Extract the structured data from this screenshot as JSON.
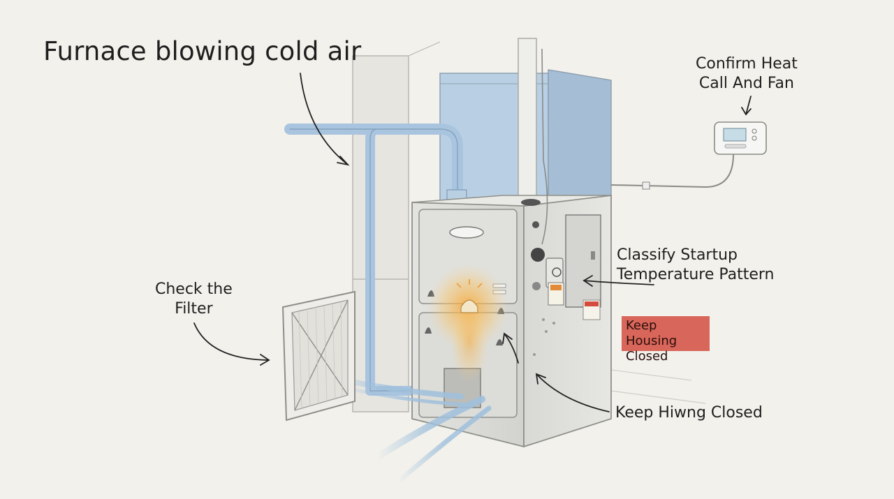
{
  "title": "Furnace blowing cold air",
  "annotations": {
    "thermostat": [
      "Confirm Heat",
      "Call And Fan"
    ],
    "filter": [
      "Check the",
      "Filter"
    ],
    "startup": [
      "Classify Startup",
      "Temperature Pattern"
    ],
    "housing_warning": [
      "Keep Housing",
      "Closed"
    ],
    "housing_bottom": "Keep Hiwng Closed"
  },
  "colors": {
    "background": "#f2f1ec",
    "metal": "#dcdcd8",
    "duct_blue": "#a9c4de",
    "flame_glow": "#f3b04a",
    "warning_box": "#d9665a"
  }
}
